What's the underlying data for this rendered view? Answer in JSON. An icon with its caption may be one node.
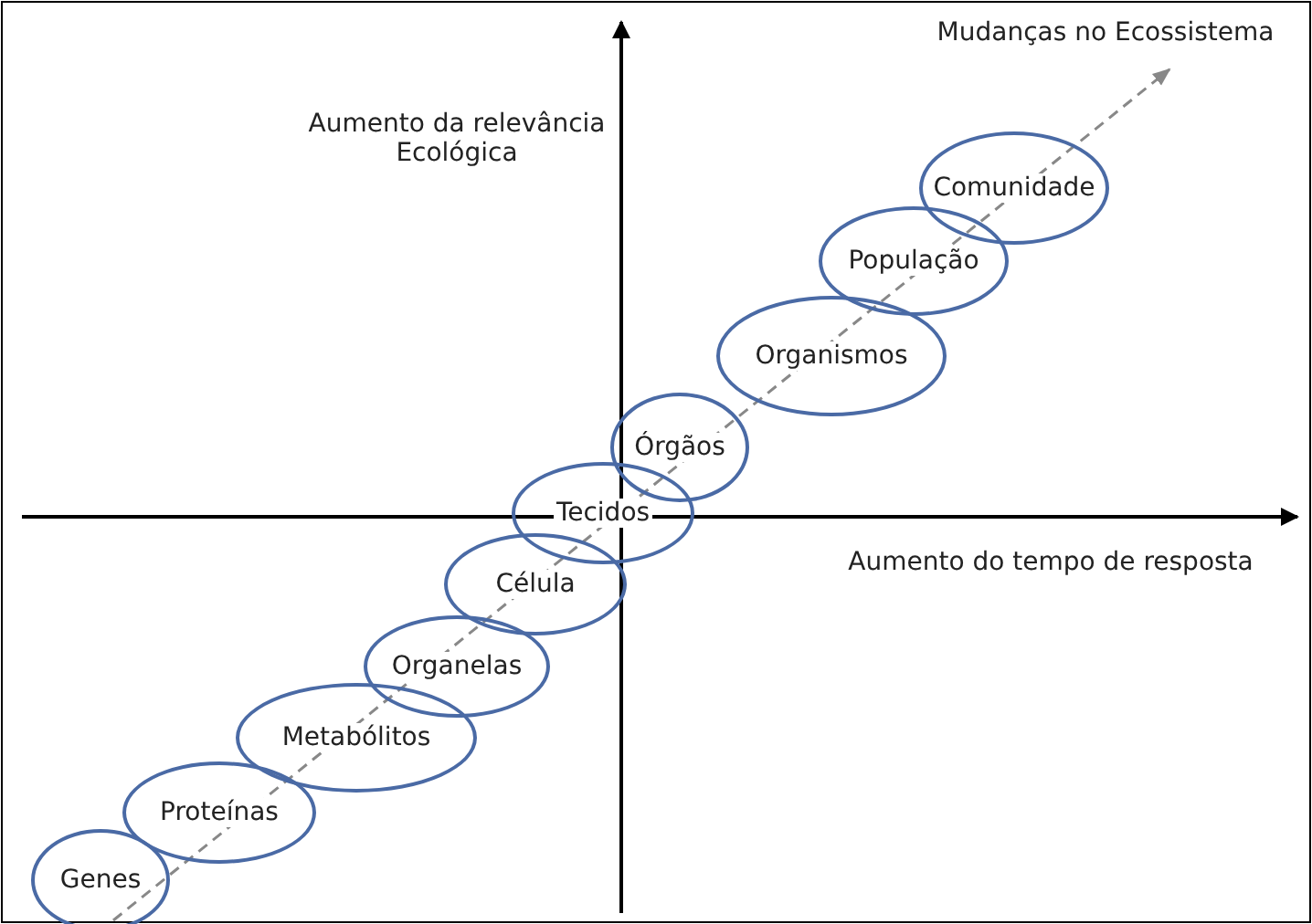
{
  "diagram": {
    "nodes": [
      {
        "text": [
          "Comunidade"
        ]
      },
      {
        "text": [
          "População"
        ]
      },
      {
        "text": [
          "Organismos"
        ]
      },
      {
        "text": [
          "Órgãos"
        ]
      },
      {
        "text": [
          "Tecidos"
        ]
      },
      {
        "text": [
          "Célula"
        ]
      },
      {
        "text": [
          "Organelas"
        ]
      },
      {
        "text": [
          "Metabólitos"
        ]
      },
      {
        "text": [
          "Proteínas"
        ]
      },
      {
        "text": [
          "Genes"
        ]
      }
    ],
    "edges": [],
    "labels": [
      "Mudanças no Ecossistema",
      "Aumento da relevância Ecológica",
      "Aumento do tempo de resposta"
    ]
  }
}
